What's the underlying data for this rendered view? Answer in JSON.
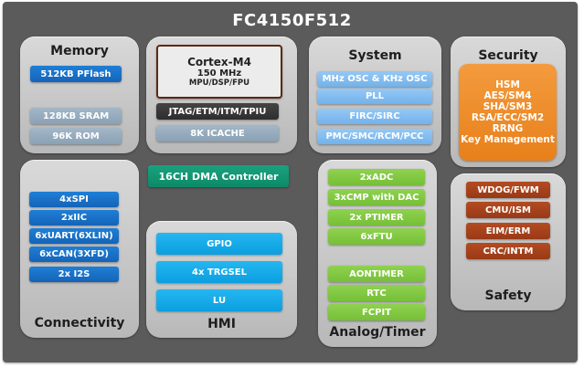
{
  "chip_title": "FC4150F512",
  "memory": {
    "title": "Memory",
    "items": [
      "512KB PFlash",
      "128KB SRAM",
      "96K ROM"
    ]
  },
  "core": {
    "cpu_name": "Cortex-M4",
    "cpu_freq": "150 MHz",
    "cpu_features": "MPU/DSP/FPU",
    "debug": "JTAG/ETM/ITM/TPIU",
    "cache": "8K ICACHE"
  },
  "dma": "16CH DMA Controller",
  "system": {
    "title": "System",
    "items": [
      "MHz OSC & KHz OSC",
      "PLL",
      "FIRC/SIRC",
      "PMC/SMC/RCM/PCC"
    ]
  },
  "security": {
    "title": "Security",
    "lines": [
      "HSM",
      "AES/SM4",
      "SHA/SM3",
      "RSA/ECC/SM2",
      "RRNG",
      "Key Management"
    ]
  },
  "connectivity": {
    "title": "Connectivity",
    "items": [
      "4xSPI",
      "2xIIC",
      "6xUART(6XLIN)",
      "6xCAN(3XFD)",
      "2x I2S"
    ]
  },
  "hmi": {
    "title": "HMI",
    "items": [
      "GPIO",
      "4x TRGSEL",
      "LU"
    ]
  },
  "analog_timer": {
    "title": "Analog/Timer",
    "items": [
      "2xADC",
      "3xCMP with DAC",
      "2x PTIMER",
      "6xFTU",
      "AONTIMER",
      "RTC",
      "FCPIT"
    ]
  },
  "safety": {
    "title": "Safety",
    "items": [
      "WDOG/FWM",
      "CMU/ISM",
      "EIM/ERM",
      "CRC/INTM"
    ]
  },
  "colors": {
    "background": "#5b5b5b",
    "memory_blue": "#1464b8",
    "memory_gray": "#8aa1b4",
    "system_light_blue": "#72b2ec",
    "security_orange": "#e8801a",
    "dma_teal": "#0d8a68",
    "hmi_cyan": "#0b9fe0",
    "analog_green": "#76bf37",
    "safety_red": "#983a16"
  }
}
